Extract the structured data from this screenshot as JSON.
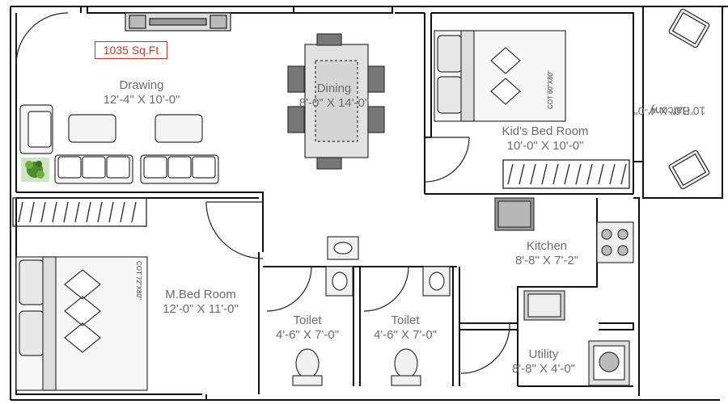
{
  "plan": {
    "area_label": "1035 Sq.Ft",
    "rooms": [
      {
        "id": "drawing",
        "name": "Drawing",
        "dims": "12'-4\" X 10'-0\""
      },
      {
        "id": "dining",
        "name": "Dining",
        "dims": "8'-0\" X 14'-0\""
      },
      {
        "id": "kids",
        "name": "Kid's Bed Room",
        "dims": "10'-0\" X 10'-0\""
      },
      {
        "id": "balcony",
        "name": "Balcony",
        "dims": "10'-10\" X 4'-0\""
      },
      {
        "id": "master",
        "name": "M.Bed Room",
        "dims": "12'-0\" X 11'-0\""
      },
      {
        "id": "toilet1",
        "name": "Toilet",
        "dims": "4'-6\" X 7'-0\""
      },
      {
        "id": "toilet2",
        "name": "Toilet",
        "dims": "4'-6\" X 7'-0\""
      },
      {
        "id": "kitchen",
        "name": "Kitchen",
        "dims": "8'-8\" X 7'-2\""
      },
      {
        "id": "utility",
        "name": "Utility",
        "dims": "8'-8\" X 4'-0\""
      }
    ],
    "cot_labels": {
      "kids": "COT 60\"X80\"",
      "master": "COT 72\"X80\""
    }
  }
}
